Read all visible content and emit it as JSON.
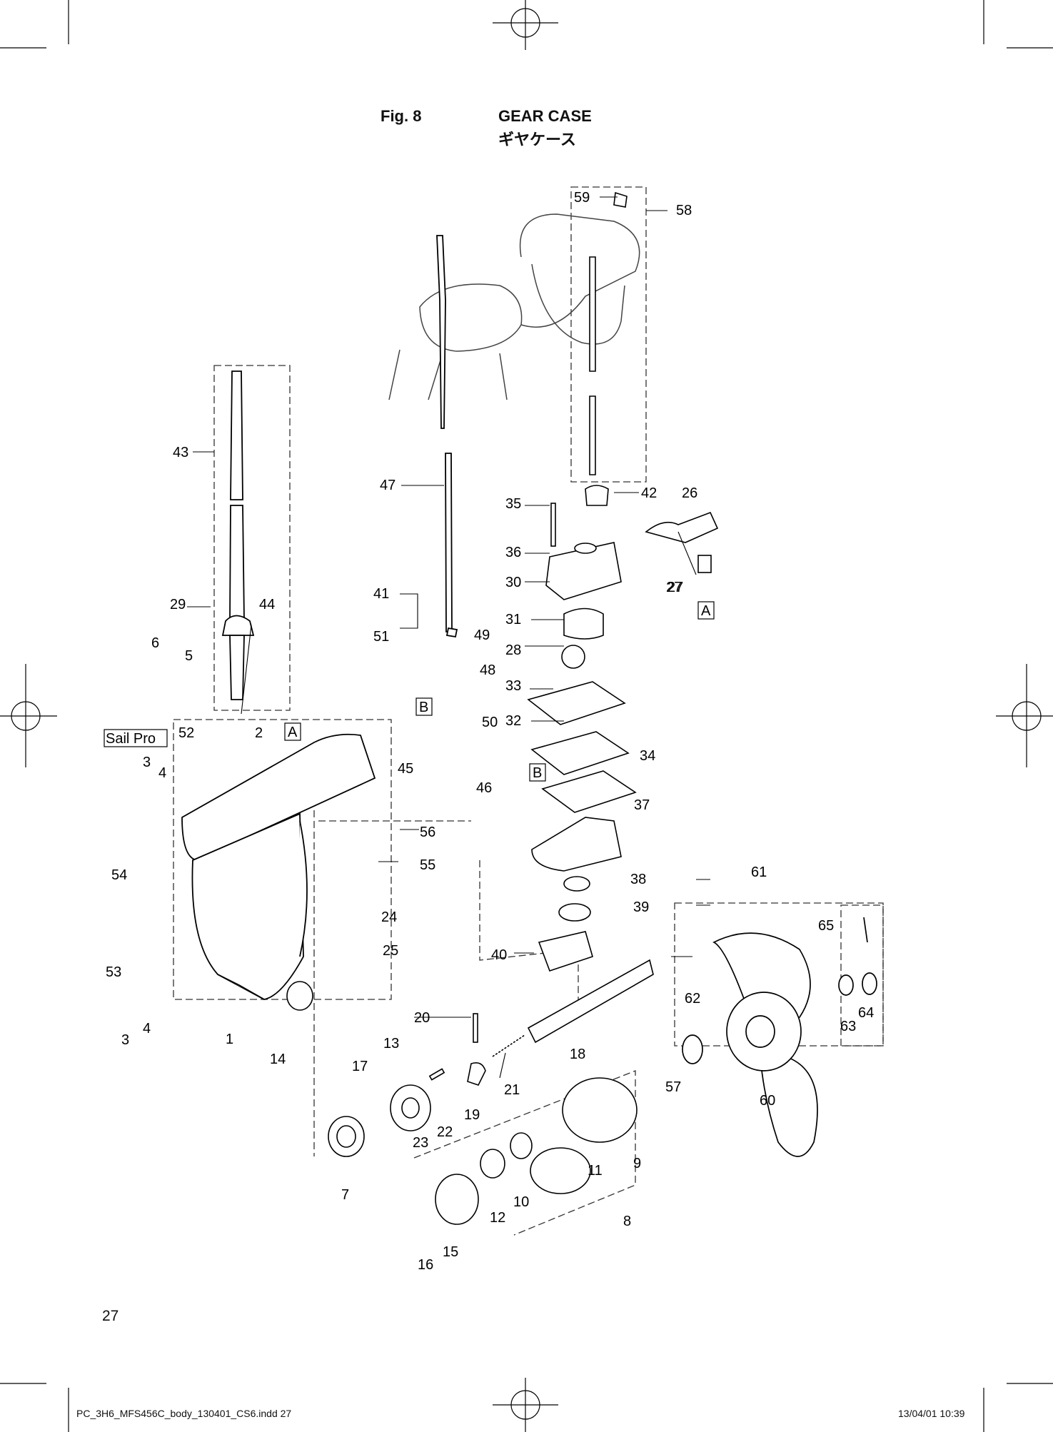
{
  "header": {
    "fig": "Fig. 8",
    "title": "GEAR CASE",
    "title_jp": "ギヤケース"
  },
  "page_number": "27",
  "footer": {
    "file": "PC_3H6_MFS456C_body_130401_CS6.indd   27",
    "date": "13/04/01   10:39"
  },
  "boxed_labels": [
    "Sail Pro",
    "A",
    "B"
  ],
  "part_numbers": [
    "1",
    "2",
    "3",
    "4",
    "5",
    "6",
    "7",
    "8",
    "9",
    "10",
    "11",
    "12",
    "13",
    "14",
    "15",
    "16",
    "17",
    "18",
    "19",
    "20",
    "21",
    "22",
    "23",
    "24",
    "25",
    "26",
    "27",
    "28",
    "29",
    "30",
    "31",
    "32",
    "33",
    "34",
    "35",
    "36",
    "37",
    "38",
    "39",
    "40",
    "41",
    "42",
    "43",
    "44",
    "45",
    "46",
    "47",
    "48",
    "49",
    "50",
    "51",
    "52",
    "53",
    "54",
    "55",
    "56",
    "57",
    "58",
    "59",
    "60",
    "61",
    "62",
    "63",
    "64",
    "65"
  ]
}
